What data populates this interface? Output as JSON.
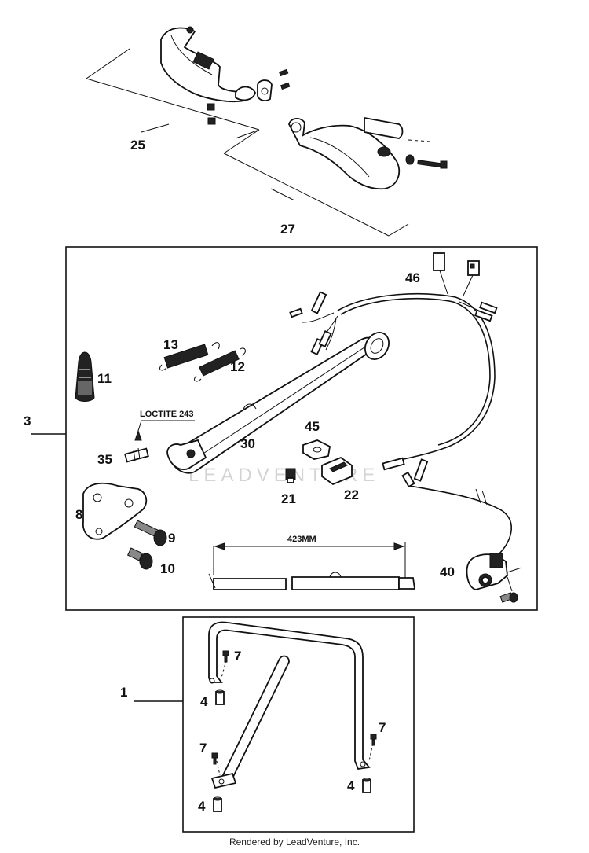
{
  "callouts": {
    "c25": "25",
    "c27": "27",
    "c3": "3",
    "c46": "46",
    "c13": "13",
    "c12": "12",
    "c11": "11",
    "c45": "45",
    "c30": "30",
    "c35": "35",
    "c21": "21",
    "c22": "22",
    "c8": "8",
    "c9": "9",
    "c10": "10",
    "c40": "40",
    "c1": "1",
    "c7a": "7",
    "c7b": "7",
    "c7c": "7",
    "c4a": "4",
    "c4b": "4",
    "c4c": "4"
  },
  "notes": {
    "loctite": "LOCTITE 243",
    "dimension": "423MM"
  },
  "watermark": "LEADVENTURE",
  "footer": "Rendered by LeadVenture, Inc."
}
